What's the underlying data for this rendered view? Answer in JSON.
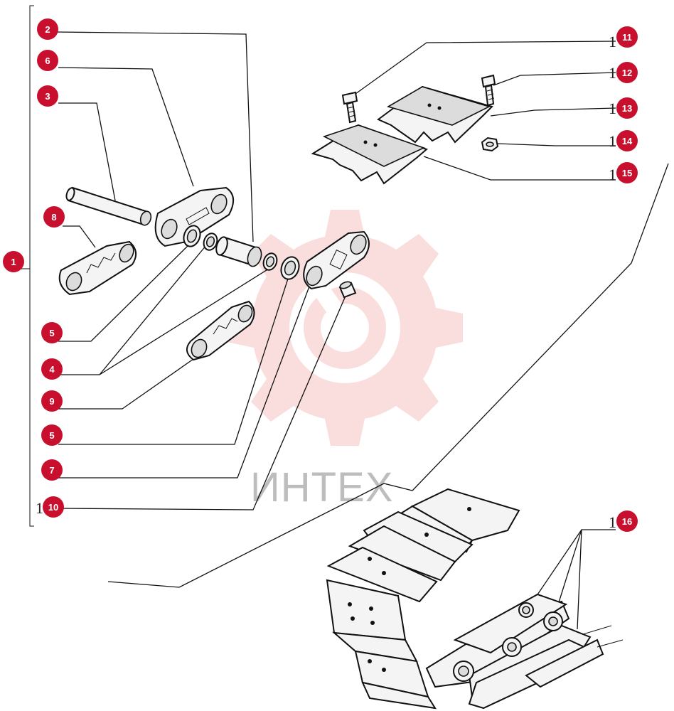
{
  "colors": {
    "badge": "#c8102e",
    "badge_text": "#ffffff",
    "watermark": "#e53935",
    "line": "#111111"
  },
  "watermark": {
    "text": "ИНТЕХ"
  },
  "callouts": [
    {
      "id": "c1",
      "label": "1"
    },
    {
      "id": "c2",
      "label": "2"
    },
    {
      "id": "c3",
      "label": "3"
    },
    {
      "id": "c4",
      "label": "4"
    },
    {
      "id": "c5a",
      "label": "5"
    },
    {
      "id": "c5b",
      "label": "5"
    },
    {
      "id": "c6",
      "label": "6"
    },
    {
      "id": "c7",
      "label": "7"
    },
    {
      "id": "c8",
      "label": "8"
    },
    {
      "id": "c9",
      "label": "9"
    },
    {
      "id": "c10",
      "label": "10"
    },
    {
      "id": "c11",
      "label": "11"
    },
    {
      "id": "c12",
      "label": "12"
    },
    {
      "id": "c13",
      "label": "13"
    },
    {
      "id": "c14",
      "label": "14"
    },
    {
      "id": "c15",
      "label": "15"
    },
    {
      "id": "c16",
      "label": "16"
    }
  ],
  "ghost_prefix": "1"
}
